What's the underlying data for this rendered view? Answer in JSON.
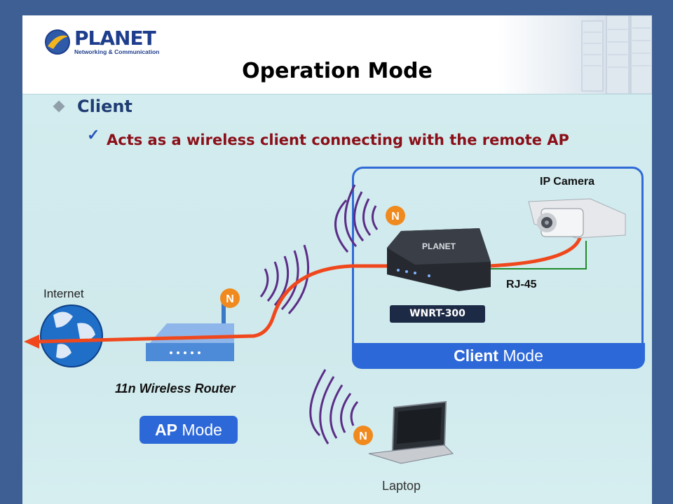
{
  "brand": {
    "name": "PLANET",
    "tagline": "Networking & Communication"
  },
  "slide": {
    "title": "Operation Mode",
    "bullet": "Client",
    "sub_bullet": "Acts as a wireless client connecting with the remote AP"
  },
  "diagram": {
    "ip_camera_label": "IP Camera",
    "rj45_label": "RJ-45",
    "device_label": "WNRT-300",
    "device_logo": "PLANET",
    "client_mode_bold": "Client",
    "client_mode_rest": " Mode",
    "ap_mode_bold": "AP",
    "ap_mode_rest": " Mode",
    "internet_label": "Internet",
    "router_label": "11n Wireless Router",
    "laptop_label": "Laptop",
    "wireless_badge": "N"
  },
  "colors": {
    "accent_blue": "#2d68d8",
    "link_red": "#f0471c",
    "title_dark_red": "#8b0f18",
    "wave_purple": "#5b2d86"
  },
  "icons": [
    "globe-icon",
    "router-icon",
    "camera-icon",
    "laptop-icon",
    "wireless-waves-icon",
    "n-badge-icon",
    "check-icon",
    "diamond-bullet-icon"
  ]
}
